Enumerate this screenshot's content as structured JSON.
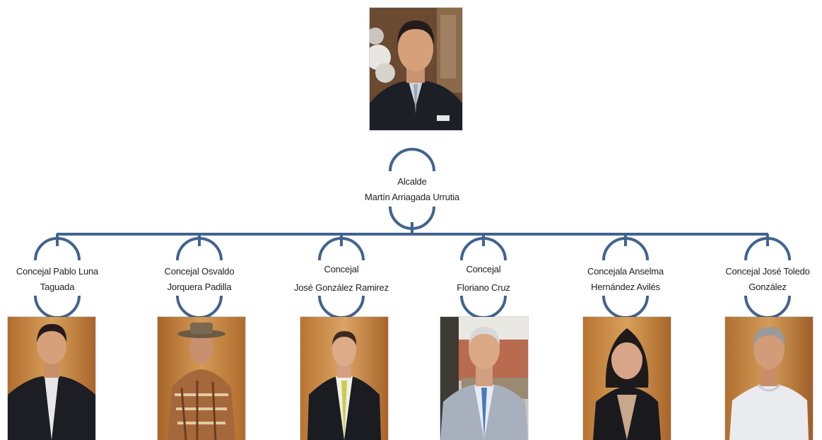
{
  "theme": {
    "line_color": "#41638f",
    "wood_light": "#d59a54",
    "wood_dark": "#9a5a24",
    "suit_dark": "#1d1f26",
    "skin": "#d9a37e",
    "hair": "#2a2220"
  },
  "mayor": {
    "title": "Alcalde",
    "name": "Martín Arriagada Urrutia"
  },
  "council": [
    {
      "line1": "Concejal Pablo Luna",
      "line2": "Taguada"
    },
    {
      "line1": "Concejal Osvaldo",
      "line2": "Jorquera Padilla"
    },
    {
      "line1": "Concejal",
      "line2": "José González Ramirez"
    },
    {
      "line1": "Concejal",
      "line2": "Floriano Cruz"
    },
    {
      "line1": "Concejala Anselma",
      "line2": "Hernández Avilés"
    },
    {
      "line1": "Concejal José Toledo",
      "line2": "González"
    }
  ]
}
